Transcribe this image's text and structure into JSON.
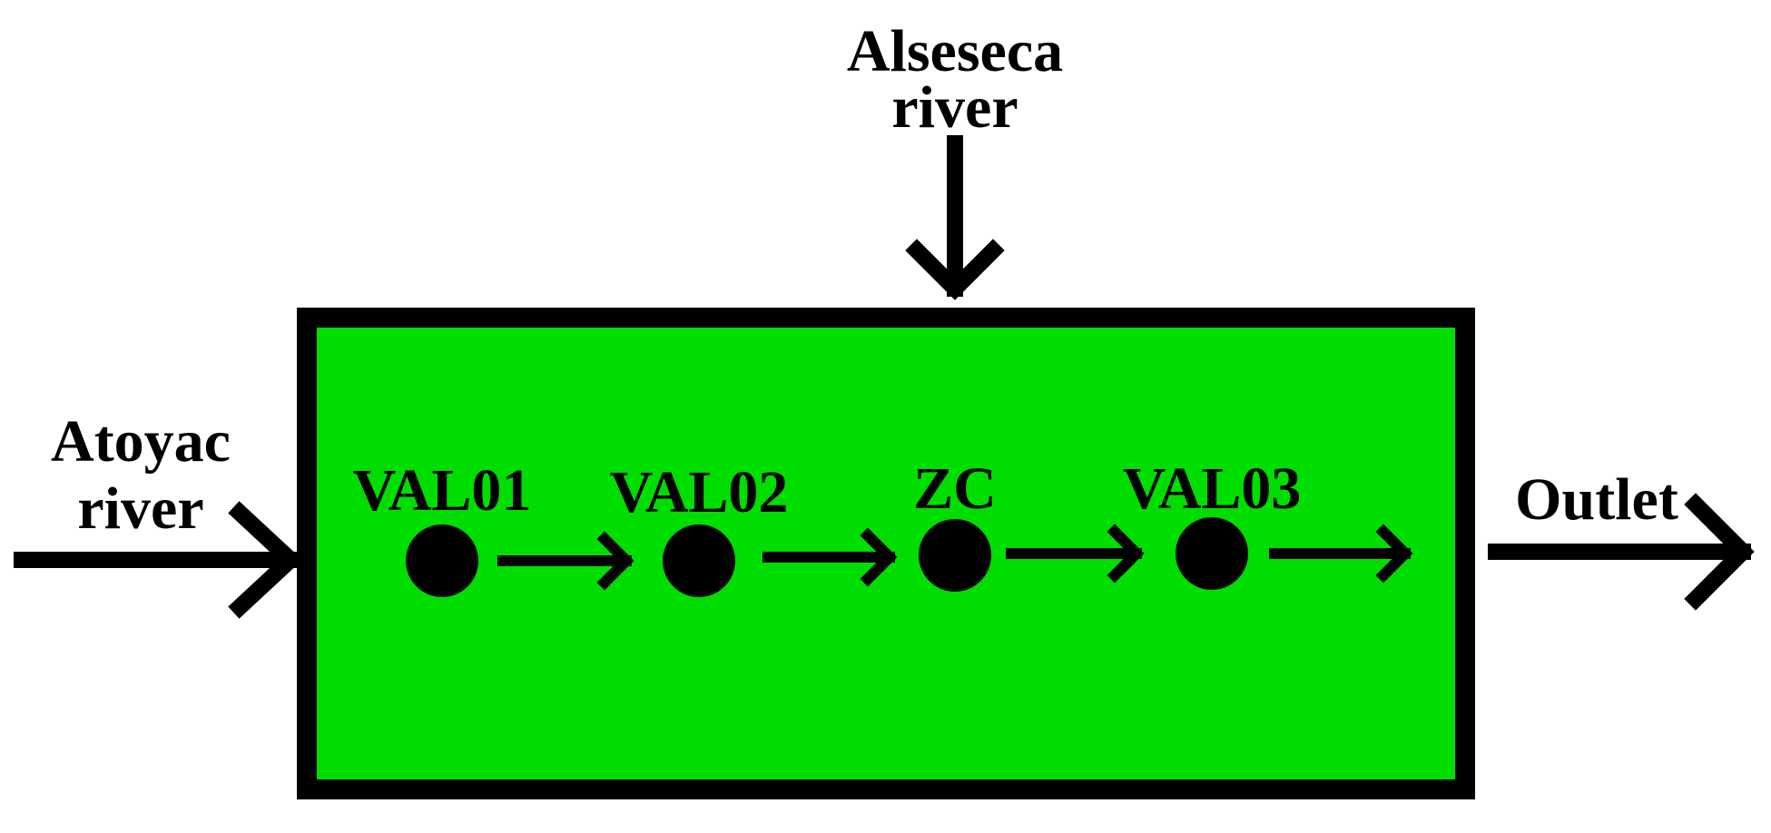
{
  "colors": {
    "box_fill": "#00dd00",
    "ink": "#000000",
    "background": "#ffffff"
  },
  "inputs": {
    "top": {
      "line1": "Alseseca",
      "line2": "river"
    },
    "left": {
      "line1": "Atoyac",
      "line2": "river"
    }
  },
  "output": {
    "label": "Outlet"
  },
  "stations": [
    {
      "label": "VAL01"
    },
    {
      "label": "VAL02"
    },
    {
      "label": "ZC"
    },
    {
      "label": "VAL03"
    }
  ]
}
